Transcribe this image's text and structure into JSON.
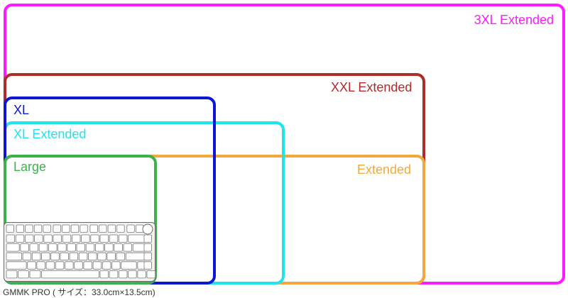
{
  "mats": [
    {
      "key": "3xl_extended",
      "label": "3XL Extended",
      "color": "#ff1aff"
    },
    {
      "key": "xxl_extended",
      "label": "XXL Extended",
      "color": "#b22a2a"
    },
    {
      "key": "xl",
      "label": "XL",
      "color": "#0b16d6"
    },
    {
      "key": "xl_extended",
      "label": "XL Extended",
      "color": "#1ee4ee"
    },
    {
      "key": "extended",
      "label": "Extended",
      "color": "#f5a83a"
    },
    {
      "key": "large",
      "label": "Large",
      "color": "#3bb24a"
    }
  ],
  "keyboard": {
    "caption": "GMMK PRO ( サイズ：33.0cm×13.5cm)",
    "icon": "keyboard-icon"
  }
}
